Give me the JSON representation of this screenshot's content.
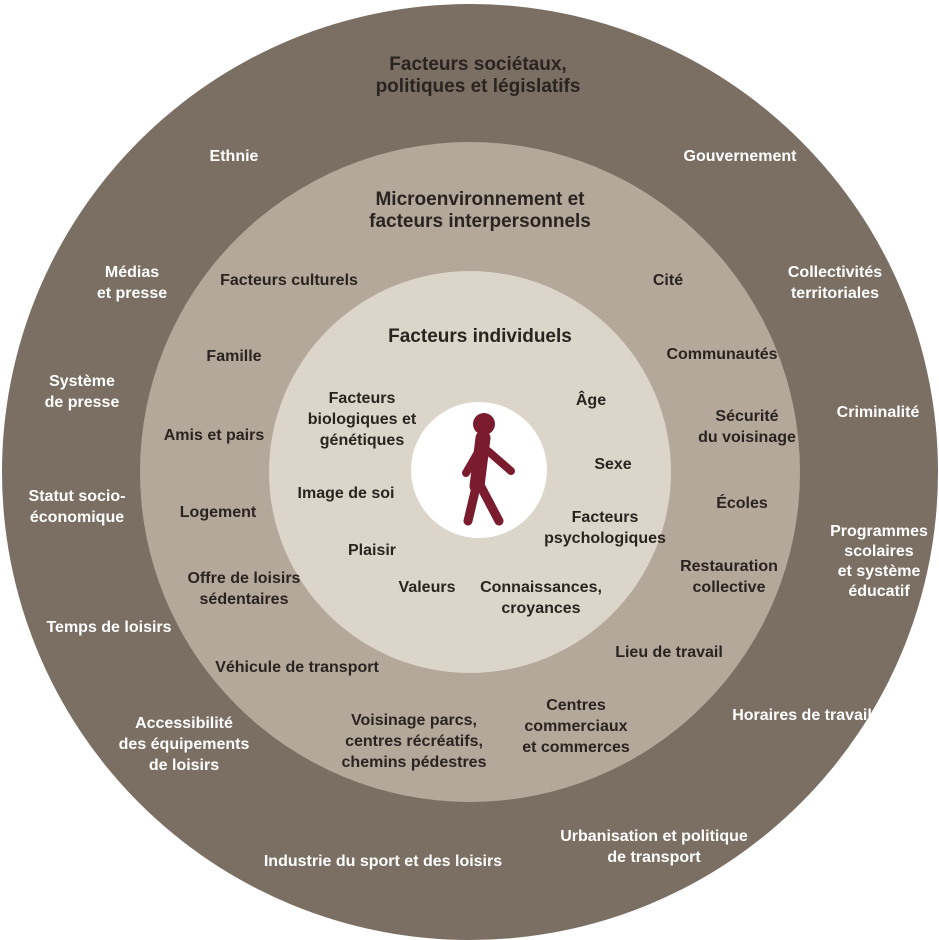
{
  "rings": {
    "outer": {
      "title": "Facteurs sociétaux,\npolitiques et législatifs",
      "items": [
        {
          "id": "ethnie",
          "text": "Ethnie"
        },
        {
          "id": "gouvernement",
          "text": "Gouvernement"
        },
        {
          "id": "medias",
          "text": "Médias\net presse"
        },
        {
          "id": "collectivites",
          "text": "Collectivités\nterritoriales"
        },
        {
          "id": "systeme-presse",
          "text": "Système\nde presse"
        },
        {
          "id": "criminalite",
          "text": "Criminalité"
        },
        {
          "id": "statut",
          "text": "Statut socio-\néconomique"
        },
        {
          "id": "programmes",
          "text": "Programmes\nscolaires\net système\néducatif"
        },
        {
          "id": "temps-loisirs",
          "text": "Temps de loisirs"
        },
        {
          "id": "accessibilite",
          "text": "Accessibilité\ndes équipements\nde loisirs"
        },
        {
          "id": "horaires",
          "text": "Horaires de travail"
        },
        {
          "id": "urbanisation",
          "text": "Urbanisation et politique\nde transport"
        },
        {
          "id": "industrie",
          "text": "Industrie du sport et des loisirs"
        }
      ]
    },
    "middle": {
      "title": "Microenvironnement et\nfacteurs interpersonnels",
      "items": [
        {
          "id": "culturels",
          "text": "Facteurs culturels"
        },
        {
          "id": "cite",
          "text": "Cité"
        },
        {
          "id": "famille",
          "text": "Famille"
        },
        {
          "id": "communautes",
          "text": "Communautés"
        },
        {
          "id": "amis",
          "text": "Amis et pairs"
        },
        {
          "id": "securite",
          "text": "Sécurité\ndu voisinage"
        },
        {
          "id": "logement",
          "text": "Logement"
        },
        {
          "id": "ecoles",
          "text": "Écoles"
        },
        {
          "id": "offre",
          "text": "Offre de loisirs\nsédentaires"
        },
        {
          "id": "restauration",
          "text": "Restauration\ncollective"
        },
        {
          "id": "vehicule",
          "text": "Véhicule de transport"
        },
        {
          "id": "lieu-travail",
          "text": "Lieu de travail"
        },
        {
          "id": "voisinage",
          "text": "Voisinage parcs,\ncentres récréatifs,\nchemins pédestres"
        },
        {
          "id": "centres",
          "text": "Centres\ncommerciaux\net commerces"
        }
      ]
    },
    "inner": {
      "title": "Facteurs individuels",
      "items": [
        {
          "id": "biologiques",
          "text": "Facteurs\nbiologiques et\ngénétiques"
        },
        {
          "id": "age",
          "text": "Âge"
        },
        {
          "id": "sexe",
          "text": "Sexe"
        },
        {
          "id": "image",
          "text": "Image de soi"
        },
        {
          "id": "psychologiques",
          "text": "Facteurs\npsychologiques"
        },
        {
          "id": "plaisir",
          "text": "Plaisir"
        },
        {
          "id": "valeurs",
          "text": "Valeurs"
        },
        {
          "id": "connaissances",
          "text": "Connaissances,\ncroyances"
        }
      ]
    }
  },
  "colors": {
    "outer": "#7b6f63",
    "middle": "#b3a899",
    "inner": "#dcd5ca",
    "core": "#ffffff",
    "figure": "#7a1b2e"
  },
  "center_icon": "walking-person-icon"
}
